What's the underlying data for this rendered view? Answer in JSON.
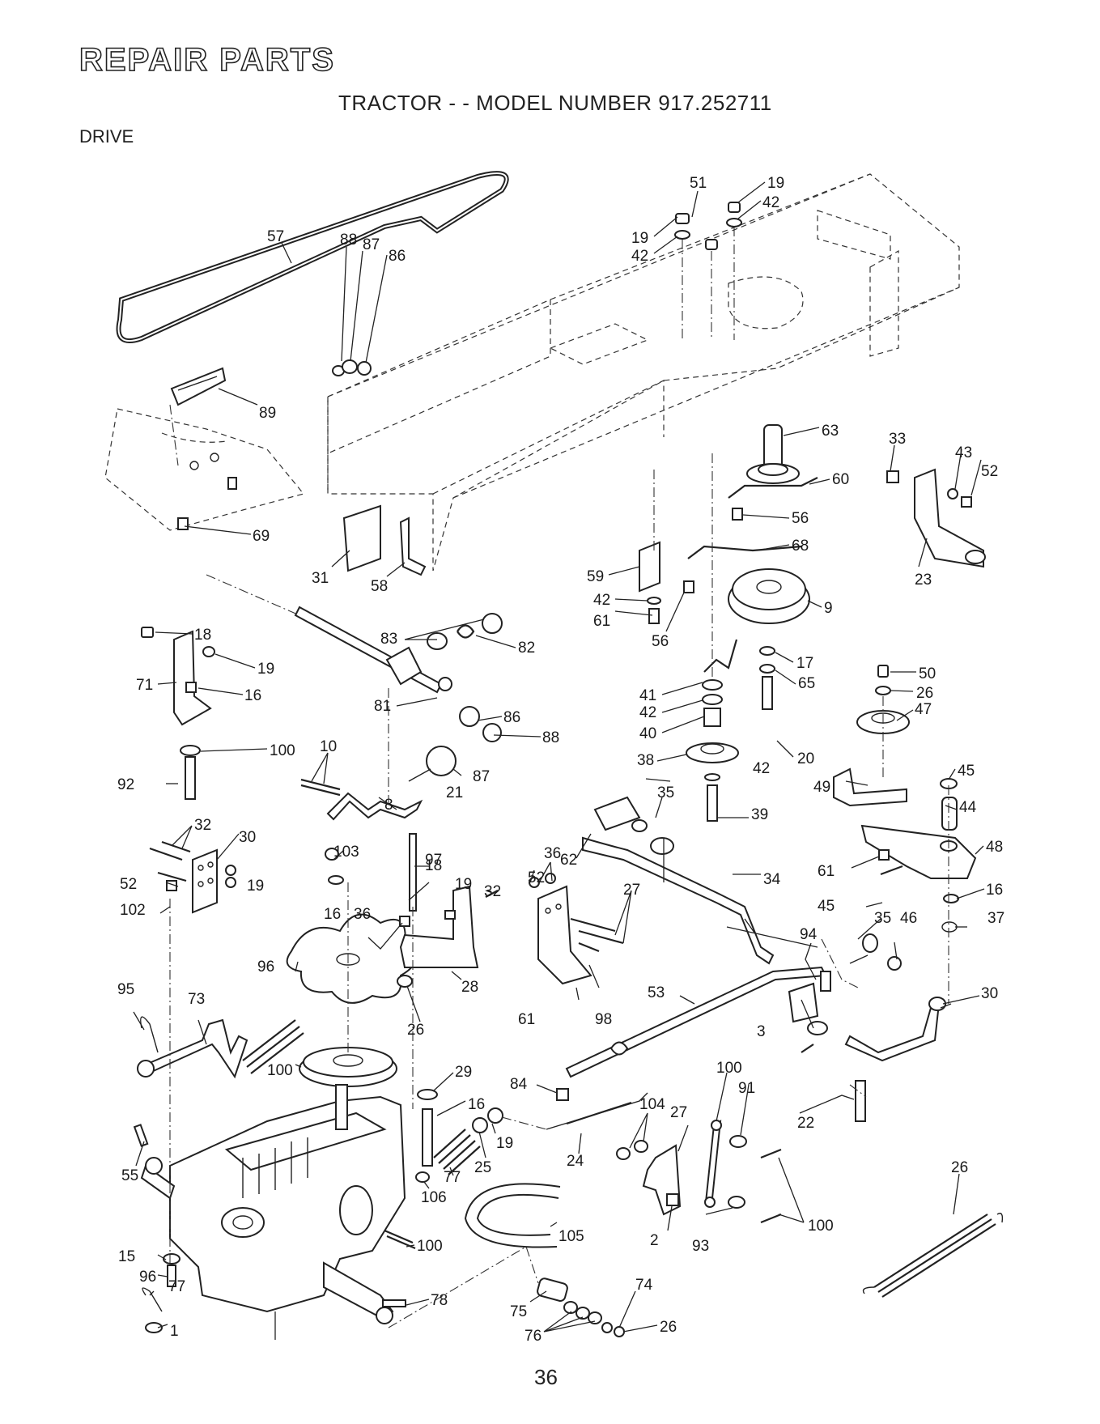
{
  "header": {
    "title": "REPAIR PARTS",
    "subtitle": "TRACTOR - - MODEL NUMBER 917.252711",
    "section": "DRIVE"
  },
  "footer": {
    "page_number": "36"
  },
  "parts": [
    {
      "id": "p57",
      "label": "57"
    },
    {
      "id": "p51",
      "label": "51"
    },
    {
      "id": "p19a",
      "label": "19"
    },
    {
      "id": "p42a",
      "label": "42"
    },
    {
      "id": "p19b",
      "label": "19"
    },
    {
      "id": "p42b",
      "label": "42"
    },
    {
      "id": "p88a",
      "label": "88"
    },
    {
      "id": "p87a",
      "label": "87"
    },
    {
      "id": "p86a",
      "label": "86"
    },
    {
      "id": "p89",
      "label": "89"
    },
    {
      "id": "p63",
      "label": "63"
    },
    {
      "id": "p33",
      "label": "33"
    },
    {
      "id": "p43",
      "label": "43"
    },
    {
      "id": "p52a",
      "label": "52"
    },
    {
      "id": "p60",
      "label": "60"
    },
    {
      "id": "p56a",
      "label": "56"
    },
    {
      "id": "p69",
      "label": "69"
    },
    {
      "id": "p68",
      "label": "68"
    },
    {
      "id": "p23",
      "label": "23"
    },
    {
      "id": "p31",
      "label": "31"
    },
    {
      "id": "p58",
      "label": "58"
    },
    {
      "id": "p59",
      "label": "59"
    },
    {
      "id": "p42c",
      "label": "42"
    },
    {
      "id": "p9",
      "label": "9"
    },
    {
      "id": "p18a",
      "label": "18"
    },
    {
      "id": "p83",
      "label": "83"
    },
    {
      "id": "p61a",
      "label": "61"
    },
    {
      "id": "p56b",
      "label": "56"
    },
    {
      "id": "p82",
      "label": "82"
    },
    {
      "id": "p17",
      "label": "17"
    },
    {
      "id": "p19c",
      "label": "19"
    },
    {
      "id": "p41",
      "label": "41"
    },
    {
      "id": "p65",
      "label": "65"
    },
    {
      "id": "p71",
      "label": "71"
    },
    {
      "id": "p16a",
      "label": "16"
    },
    {
      "id": "p81",
      "label": "81"
    },
    {
      "id": "p42d",
      "label": "42"
    },
    {
      "id": "p50",
      "label": "50"
    },
    {
      "id": "p26a",
      "label": "26"
    },
    {
      "id": "p86b",
      "label": "86"
    },
    {
      "id": "p40",
      "label": "40"
    },
    {
      "id": "p20",
      "label": "20"
    },
    {
      "id": "p47",
      "label": "47"
    },
    {
      "id": "p100a",
      "label": "100"
    },
    {
      "id": "p10",
      "label": "10"
    },
    {
      "id": "p88b",
      "label": "88"
    },
    {
      "id": "p38",
      "label": "38"
    },
    {
      "id": "p42e",
      "label": "42"
    },
    {
      "id": "p45a",
      "label": "45"
    },
    {
      "id": "p92",
      "label": "92"
    },
    {
      "id": "p87b",
      "label": "87"
    },
    {
      "id": "p21",
      "label": "21"
    },
    {
      "id": "p35a",
      "label": "35"
    },
    {
      "id": "p49",
      "label": "49"
    },
    {
      "id": "p44",
      "label": "44"
    },
    {
      "id": "p39",
      "label": "39"
    },
    {
      "id": "p32a",
      "label": "32"
    },
    {
      "id": "p30a",
      "label": "30"
    },
    {
      "id": "p8",
      "label": "8"
    },
    {
      "id": "p62",
      "label": "62"
    },
    {
      "id": "p48",
      "label": "48"
    },
    {
      "id": "p103",
      "label": "103"
    },
    {
      "id": "p97",
      "label": "97"
    },
    {
      "id": "p19d",
      "label": "19"
    },
    {
      "id": "p52b",
      "label": "52"
    },
    {
      "id": "p61b",
      "label": "61"
    },
    {
      "id": "p52c",
      "label": "52"
    },
    {
      "id": "p19e",
      "label": "19"
    },
    {
      "id": "p36a",
      "label": "36"
    },
    {
      "id": "p34",
      "label": "34"
    },
    {
      "id": "p18b",
      "label": "18"
    },
    {
      "id": "p32b",
      "label": "32"
    },
    {
      "id": "p27a",
      "label": "27"
    },
    {
      "id": "p45b",
      "label": "45"
    },
    {
      "id": "p16b",
      "label": "16"
    },
    {
      "id": "p102",
      "label": "102"
    },
    {
      "id": "p16c",
      "label": "16"
    },
    {
      "id": "p36b",
      "label": "36"
    },
    {
      "id": "p35b",
      "label": "35"
    },
    {
      "id": "p46",
      "label": "46"
    },
    {
      "id": "p37",
      "label": "37"
    },
    {
      "id": "p94",
      "label": "94"
    },
    {
      "id": "p96a",
      "label": "96"
    },
    {
      "id": "p95",
      "label": "95"
    },
    {
      "id": "p73",
      "label": "73"
    },
    {
      "id": "p28",
      "label": "28"
    },
    {
      "id": "p53",
      "label": "53"
    },
    {
      "id": "p30b",
      "label": "30"
    },
    {
      "id": "p61c",
      "label": "61"
    },
    {
      "id": "p98",
      "label": "98"
    },
    {
      "id": "p26b",
      "label": "26"
    },
    {
      "id": "p3",
      "label": "3"
    },
    {
      "id": "p100b",
      "label": "100"
    },
    {
      "id": "p29",
      "label": "29"
    },
    {
      "id": "p84",
      "label": "84"
    },
    {
      "id": "p100c",
      "label": "100"
    },
    {
      "id": "p91",
      "label": "91"
    },
    {
      "id": "p16d",
      "label": "16"
    },
    {
      "id": "p104",
      "label": "104"
    },
    {
      "id": "p27b",
      "label": "27"
    },
    {
      "id": "p22",
      "label": "22"
    },
    {
      "id": "p24",
      "label": "24"
    },
    {
      "id": "p19f",
      "label": "19"
    },
    {
      "id": "p25",
      "label": "25"
    },
    {
      "id": "p77a",
      "label": "77"
    },
    {
      "id": "p55",
      "label": "55"
    },
    {
      "id": "p26c",
      "label": "26"
    },
    {
      "id": "p106",
      "label": "106"
    },
    {
      "id": "p100d",
      "label": "100"
    },
    {
      "id": "p93",
      "label": "93"
    },
    {
      "id": "p105",
      "label": "105"
    },
    {
      "id": "p2",
      "label": "2"
    },
    {
      "id": "p100e",
      "label": "100"
    },
    {
      "id": "p15",
      "label": "15"
    },
    {
      "id": "p96b",
      "label": "96"
    },
    {
      "id": "p77b",
      "label": "77"
    },
    {
      "id": "p78",
      "label": "78"
    },
    {
      "id": "p74",
      "label": "74"
    },
    {
      "id": "p75",
      "label": "75"
    },
    {
      "id": "p76",
      "label": "76"
    },
    {
      "id": "p26d",
      "label": "26"
    },
    {
      "id": "p1",
      "label": "1"
    }
  ]
}
